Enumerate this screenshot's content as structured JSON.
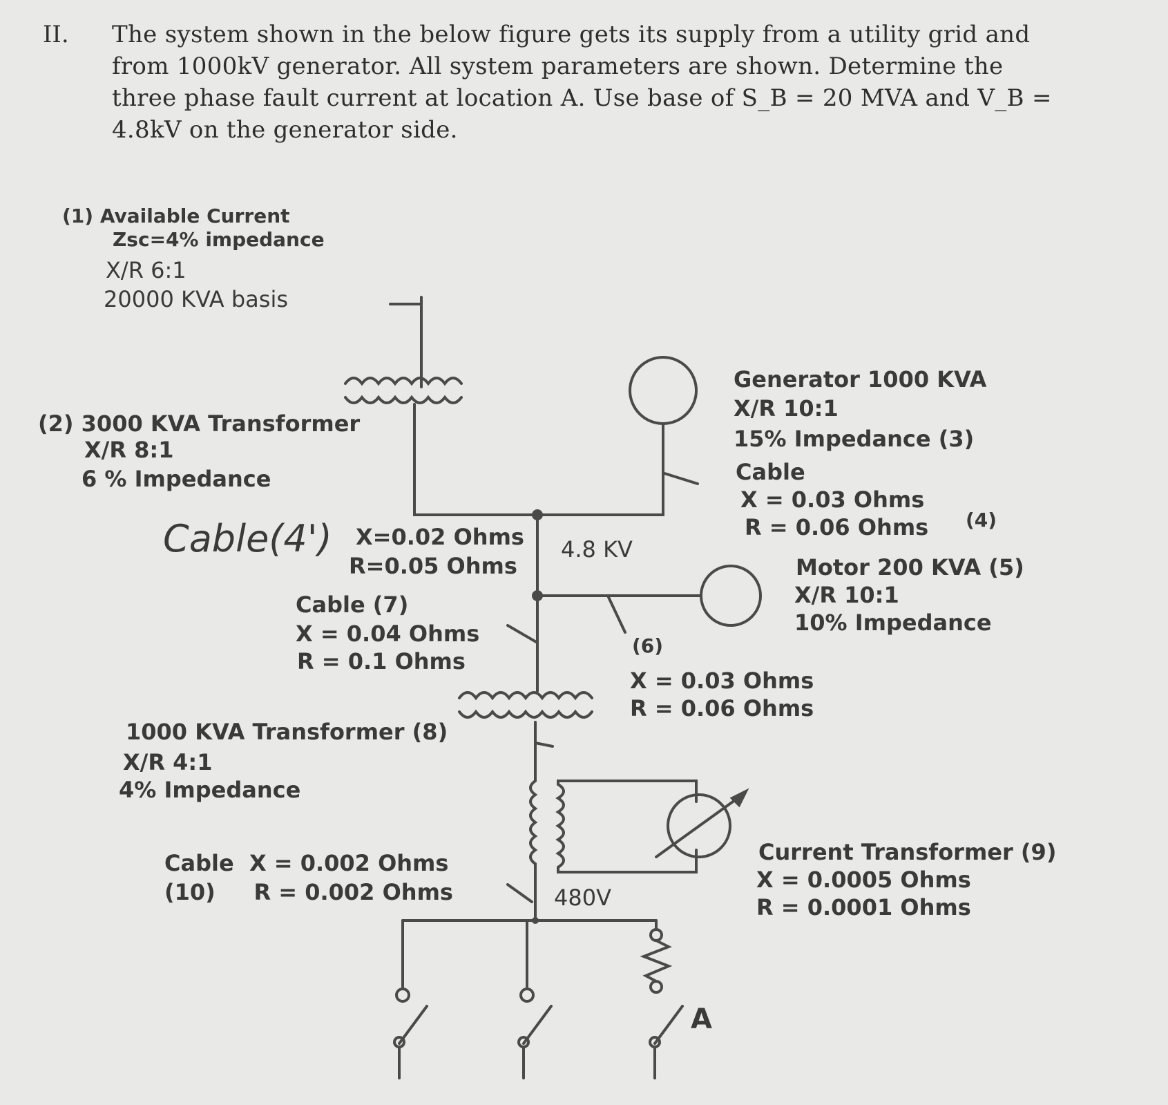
{
  "question": {
    "number": "II.",
    "lines": [
      "The system shown in the below figure gets its supply from a utility grid and",
      "from 1000kV generator. All system parameters are shown. Determine the",
      "three phase fault current at location A. Use base of S_B = 20 MVA and V_B =",
      "4.8kV on the generator side."
    ]
  },
  "labels": {
    "utility_1": "(1) Available Current",
    "utility_2": "Zsc=4% impedance",
    "utility_3": "X/R 6:1",
    "utility_4": "20000 KVA basis",
    "tx2_1": "(2) 3000 KVA Transformer",
    "tx2_2": "X/R 8:1",
    "tx2_3": "6 % Impedance",
    "gen_1": "Generator 1000 KVA",
    "gen_2": "X/R 10:1",
    "gen_3": "15% Impedance (3)",
    "cable4_1": "Cable",
    "cable4_2": "X = 0.03 Ohms",
    "cable4_3": "R = 0.06 Ohms",
    "cable4_num": "(4)",
    "cable_hand": "Cable(4')",
    "cable_hand_x": "X=0.02 Ohms",
    "cable_hand_r": "R=0.05 Ohms",
    "bus_voltage": "4.8 KV",
    "motor_1": "Motor 200 KVA (5)",
    "motor_2": "X/R 10:1",
    "motor_3": "10% Impedance",
    "cable7_1": "Cable   (7)",
    "cable7_2": "X = 0.04 Ohms",
    "cable7_3": "R = 0.1 Ohms",
    "cable6_num": "(6)",
    "cable6_x": "X = 0.03 Ohms",
    "cable6_r": "R = 0.06 Ohms",
    "tx8_1": "1000 KVA Transformer (8)",
    "tx8_2": "X/R 4:1",
    "tx8_3": "4% Impedance",
    "ct_1": "Current Transformer (9)",
    "ct_2": "X = 0.0005 Ohms",
    "ct_3": "R = 0.0001 Ohms",
    "cable10_1": "Cable  X = 0.002 Ohms",
    "cable10_2": "(10)     R = 0.002 Ohms",
    "lv_voltage": "480V",
    "fault_point": "A"
  }
}
